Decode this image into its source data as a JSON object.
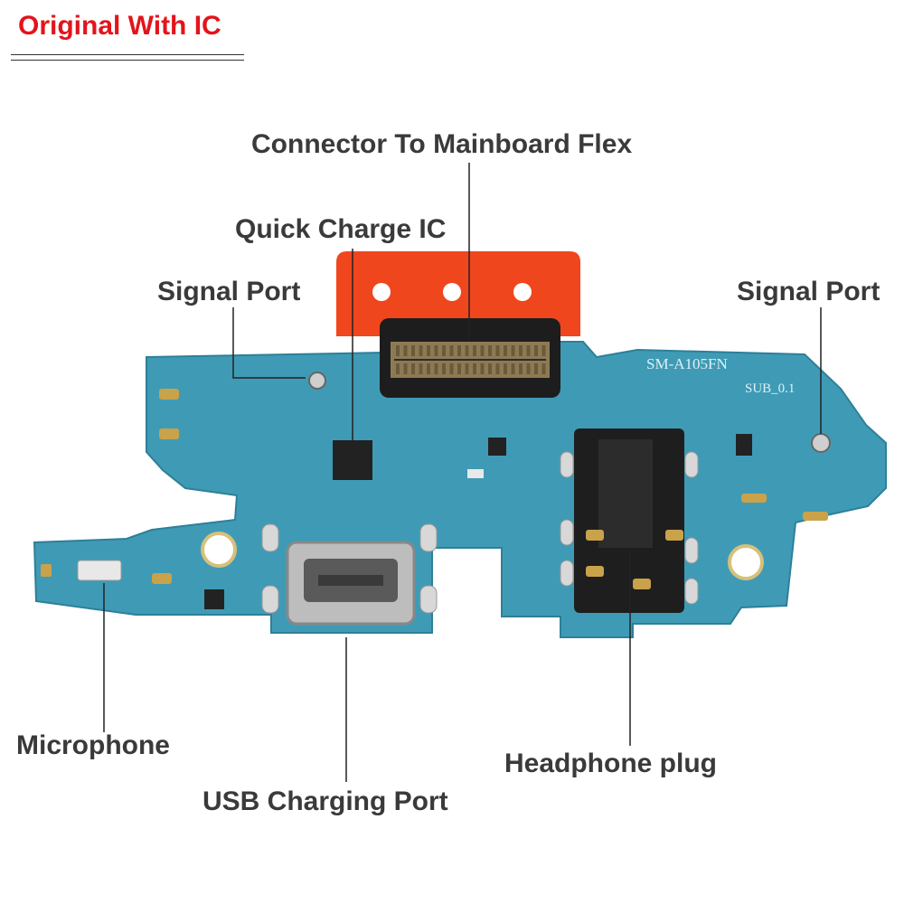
{
  "badge": {
    "text": "Original With IC",
    "color": "#e3141b"
  },
  "labels": {
    "connector": "Connector To Mainboard Flex",
    "quick_charge": "Quick Charge IC",
    "signal_left": "Signal Port",
    "signal_right": "Signal Port",
    "microphone": "Microphone",
    "usb": "USB Charging Port",
    "headphone": "Headphone plug"
  },
  "board_markings": {
    "model": "SM-A105FN",
    "sub": "SUB_0.1"
  },
  "colors": {
    "pcb": "#3f9bb5",
    "pcb_dark": "#2e7f99",
    "flex": "#f0461e",
    "gold": "#c9a24a",
    "silver": "#cfcfcf",
    "label_text": "#3a3a3a"
  }
}
